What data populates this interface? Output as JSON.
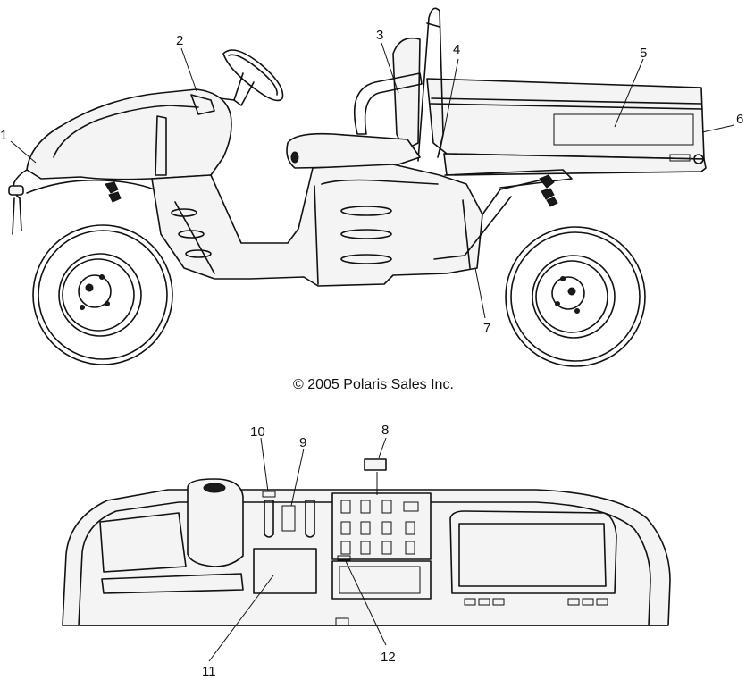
{
  "copyright": "© 2005 Polaris Sales Inc.",
  "callouts": [
    {
      "id": "c1",
      "label": "1"
    },
    {
      "id": "c2",
      "label": "2"
    },
    {
      "id": "c3",
      "label": "3"
    },
    {
      "id": "c4",
      "label": "4"
    },
    {
      "id": "c5",
      "label": "5"
    },
    {
      "id": "c6",
      "label": "6"
    },
    {
      "id": "c7",
      "label": "7"
    },
    {
      "id": "c8",
      "label": "8"
    },
    {
      "id": "c9",
      "label": "9"
    },
    {
      "id": "c10",
      "label": "10"
    },
    {
      "id": "c11",
      "label": "11"
    },
    {
      "id": "c12",
      "label": "12"
    }
  ]
}
